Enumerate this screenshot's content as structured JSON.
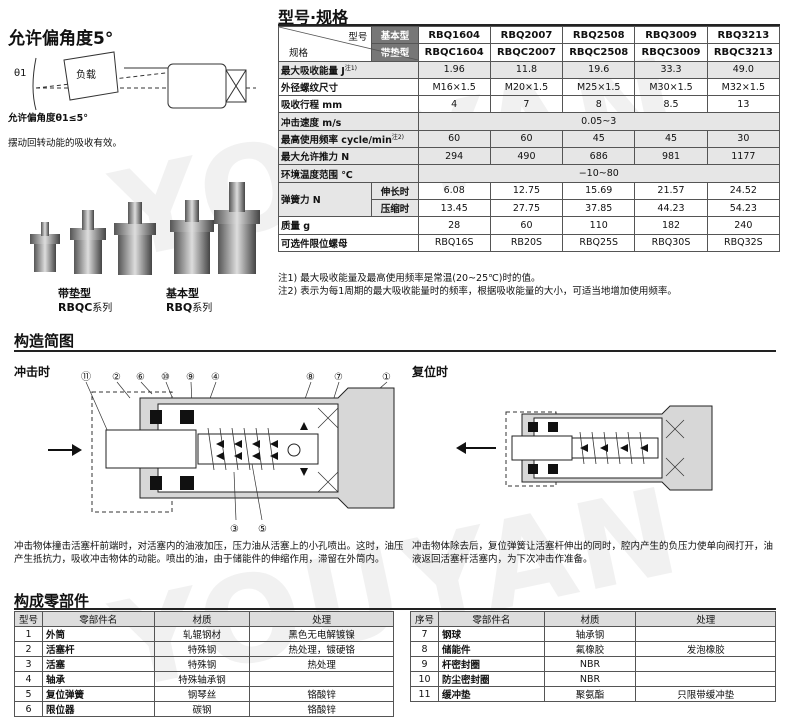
{
  "left_header": {
    "title": "允许偏角度5°"
  },
  "angle_diagram": {
    "theta_label": "θ1",
    "load_label": "负载",
    "caption": "允许偏角度θ1≤5°"
  },
  "swing_note": "摆动回转动能的吸收有效。",
  "product_labels": {
    "rbqc": {
      "line1": "带垫型",
      "line2": "RBQC",
      "line3": "系列"
    },
    "rbq": {
      "line1": "基本型",
      "line2": "RBQ",
      "line3": "系列"
    }
  },
  "spec_section": {
    "title": "型号·规格",
    "header": {
      "model": "型号",
      "spec": "规格",
      "basic": "基本型",
      "pad": "带垫型"
    },
    "basic_models": [
      "RBQ1604",
      "RBQ2007",
      "RBQ2508",
      "RBQ3009",
      "RBQ3213"
    ],
    "pad_models": [
      "RBQC1604",
      "RBQC2007",
      "RBQC2508",
      "RBQC3009",
      "RBQC3213"
    ],
    "rows": [
      {
        "label": "最大吸收能量  J",
        "sup": "注1)",
        "values": [
          "1.96",
          "11.8",
          "19.6",
          "33.3",
          "49.0"
        ]
      },
      {
        "label": "外径螺纹尺寸",
        "values": [
          "M16×1.5",
          "M20×1.5",
          "M25×1.5",
          "M30×1.5",
          "M32×1.5"
        ]
      },
      {
        "label": "吸收行程  mm",
        "values": [
          "4",
          "7",
          "8",
          "8.5",
          "13"
        ]
      },
      {
        "label": "冲击速度  m/s",
        "span": "0.05~3"
      },
      {
        "label": "最高使用频率  cycle/min",
        "sup": "注2)",
        "values": [
          "60",
          "60",
          "45",
          "45",
          "30"
        ]
      },
      {
        "label": "最大允许推力  N",
        "values": [
          "294",
          "490",
          "686",
          "981",
          "1177"
        ]
      },
      {
        "label": "环境温度范围  ℃",
        "span": "−10~80"
      }
    ],
    "spring": {
      "label": "弹簧力  N",
      "extended": "伸长时",
      "compressed": "压缩时",
      "ext_values": [
        "6.08",
        "12.75",
        "15.69",
        "21.57",
        "24.52"
      ],
      "comp_values": [
        "13.45",
        "27.75",
        "37.85",
        "44.23",
        "54.23"
      ]
    },
    "mass": {
      "label": "质量 g",
      "values": [
        "28",
        "60",
        "110",
        "182",
        "240"
      ]
    },
    "nut": {
      "label": "可选件限位螺母",
      "values": [
        "RBQ16S",
        "RB20S",
        "RBQ25S",
        "RBQ30S",
        "RBQ32S"
      ]
    },
    "notes": [
      "注1) 最大吸收能量及最高使用频率是常温(20~25℃)时的值。",
      "注2) 表示为每1周期的最大吸收能量时的频率，根据吸收能量的大小，可适当地增加使用频率。"
    ]
  },
  "structure_section": {
    "title": "构造简图",
    "impact_title": "冲击时",
    "return_title": "复位时",
    "callouts_top": [
      "⑪",
      "②",
      "⑥",
      "⑩",
      "⑨",
      "④",
      "⑧",
      "⑦",
      "①"
    ],
    "callouts_bottom": [
      "③",
      "⑤"
    ],
    "impact_text": "冲击物体撞击活塞杆前端时，对活塞内的油液加压，压力油从活塞上的小孔喷出。这时，油压产生抵抗力，吸收冲击物体的动能。喷出的油，由于储能件的伸缩作用，滞留在外筒内。",
    "return_text": "冲击物体除去后，复位弹簧让活塞杆伸出的同时，腔内产生的负压力使单向阀打开，油液返回活塞杆活塞内，为下次冲击作准备。"
  },
  "parts_section": {
    "title": "构成零部件",
    "headers": [
      "型号",
      "零部件名",
      "材质",
      "处理"
    ],
    "headers_right": [
      "序号",
      "零部件名",
      "材质",
      "处理"
    ],
    "left": [
      [
        "1",
        "外筒",
        "轧辊钢材",
        "黑色无电解镀镍"
      ],
      [
        "2",
        "活塞杆",
        "特殊钢",
        "热处理，镀硬铬"
      ],
      [
        "3",
        "活塞",
        "特殊钢",
        "热处理"
      ],
      [
        "4",
        "轴承",
        "特殊轴承钢",
        ""
      ],
      [
        "5",
        "复位弹簧",
        "钢琴丝",
        "铬酸锌"
      ],
      [
        "6",
        "限位器",
        "碳钢",
        "铬酸锌"
      ]
    ],
    "right": [
      [
        "7",
        "钢球",
        "轴承钢",
        ""
      ],
      [
        "8",
        "储能件",
        "氟橡胶",
        "发泡橡胶"
      ],
      [
        "9",
        "杆密封圈",
        "NBR",
        ""
      ],
      [
        "10",
        "防尘密封圈",
        "NBR",
        ""
      ],
      [
        "11",
        "缓冲垫",
        "聚氨酯",
        "只限带缓冲垫"
      ]
    ]
  },
  "watermark": "YOUYAN",
  "colors": {
    "header_dark": "#777777",
    "shade": "#e6e6e6",
    "line": "#555555"
  }
}
